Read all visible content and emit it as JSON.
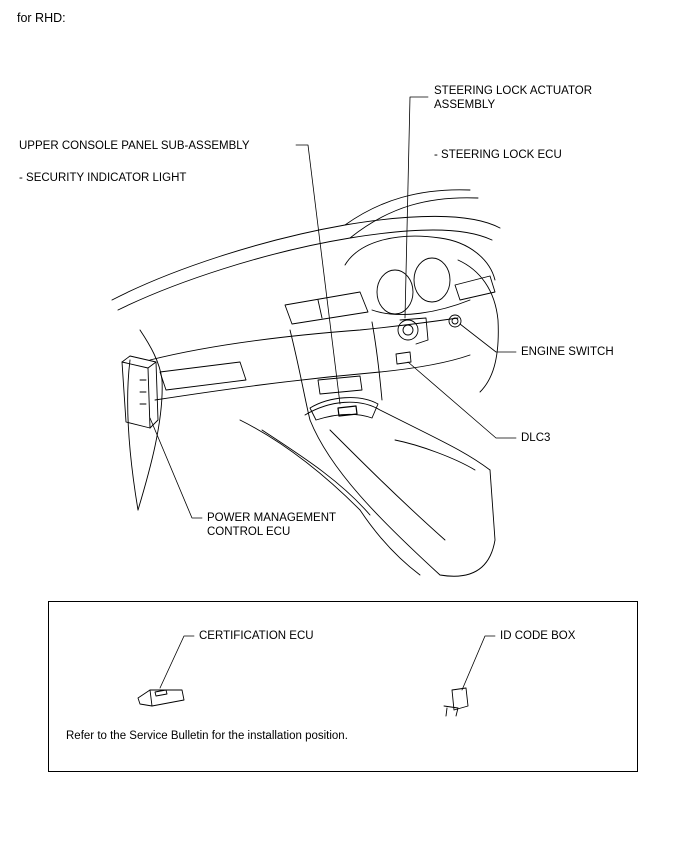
{
  "header": {
    "variant_label": "for RHD:"
  },
  "callouts": {
    "steering_lock_actuator": "STEERING LOCK ACTUATOR\nASSEMBLY",
    "steering_lock_ecu": "- STEERING LOCK ECU",
    "upper_console_panel": "UPPER CONSOLE PANEL SUB-ASSEMBLY",
    "security_indicator": "- SECURITY INDICATOR LIGHT",
    "engine_switch": "ENGINE SWITCH",
    "dlc3": "DLC3",
    "power_management_ecu_line1": "POWER MANAGEMENT",
    "power_management_ecu_line2": "CONTROL ECU"
  },
  "inset_box": {
    "certification_ecu": "CERTIFICATION ECU",
    "id_code_box": "ID CODE BOX",
    "note": "Refer to the Service Bulletin for the installation position."
  }
}
